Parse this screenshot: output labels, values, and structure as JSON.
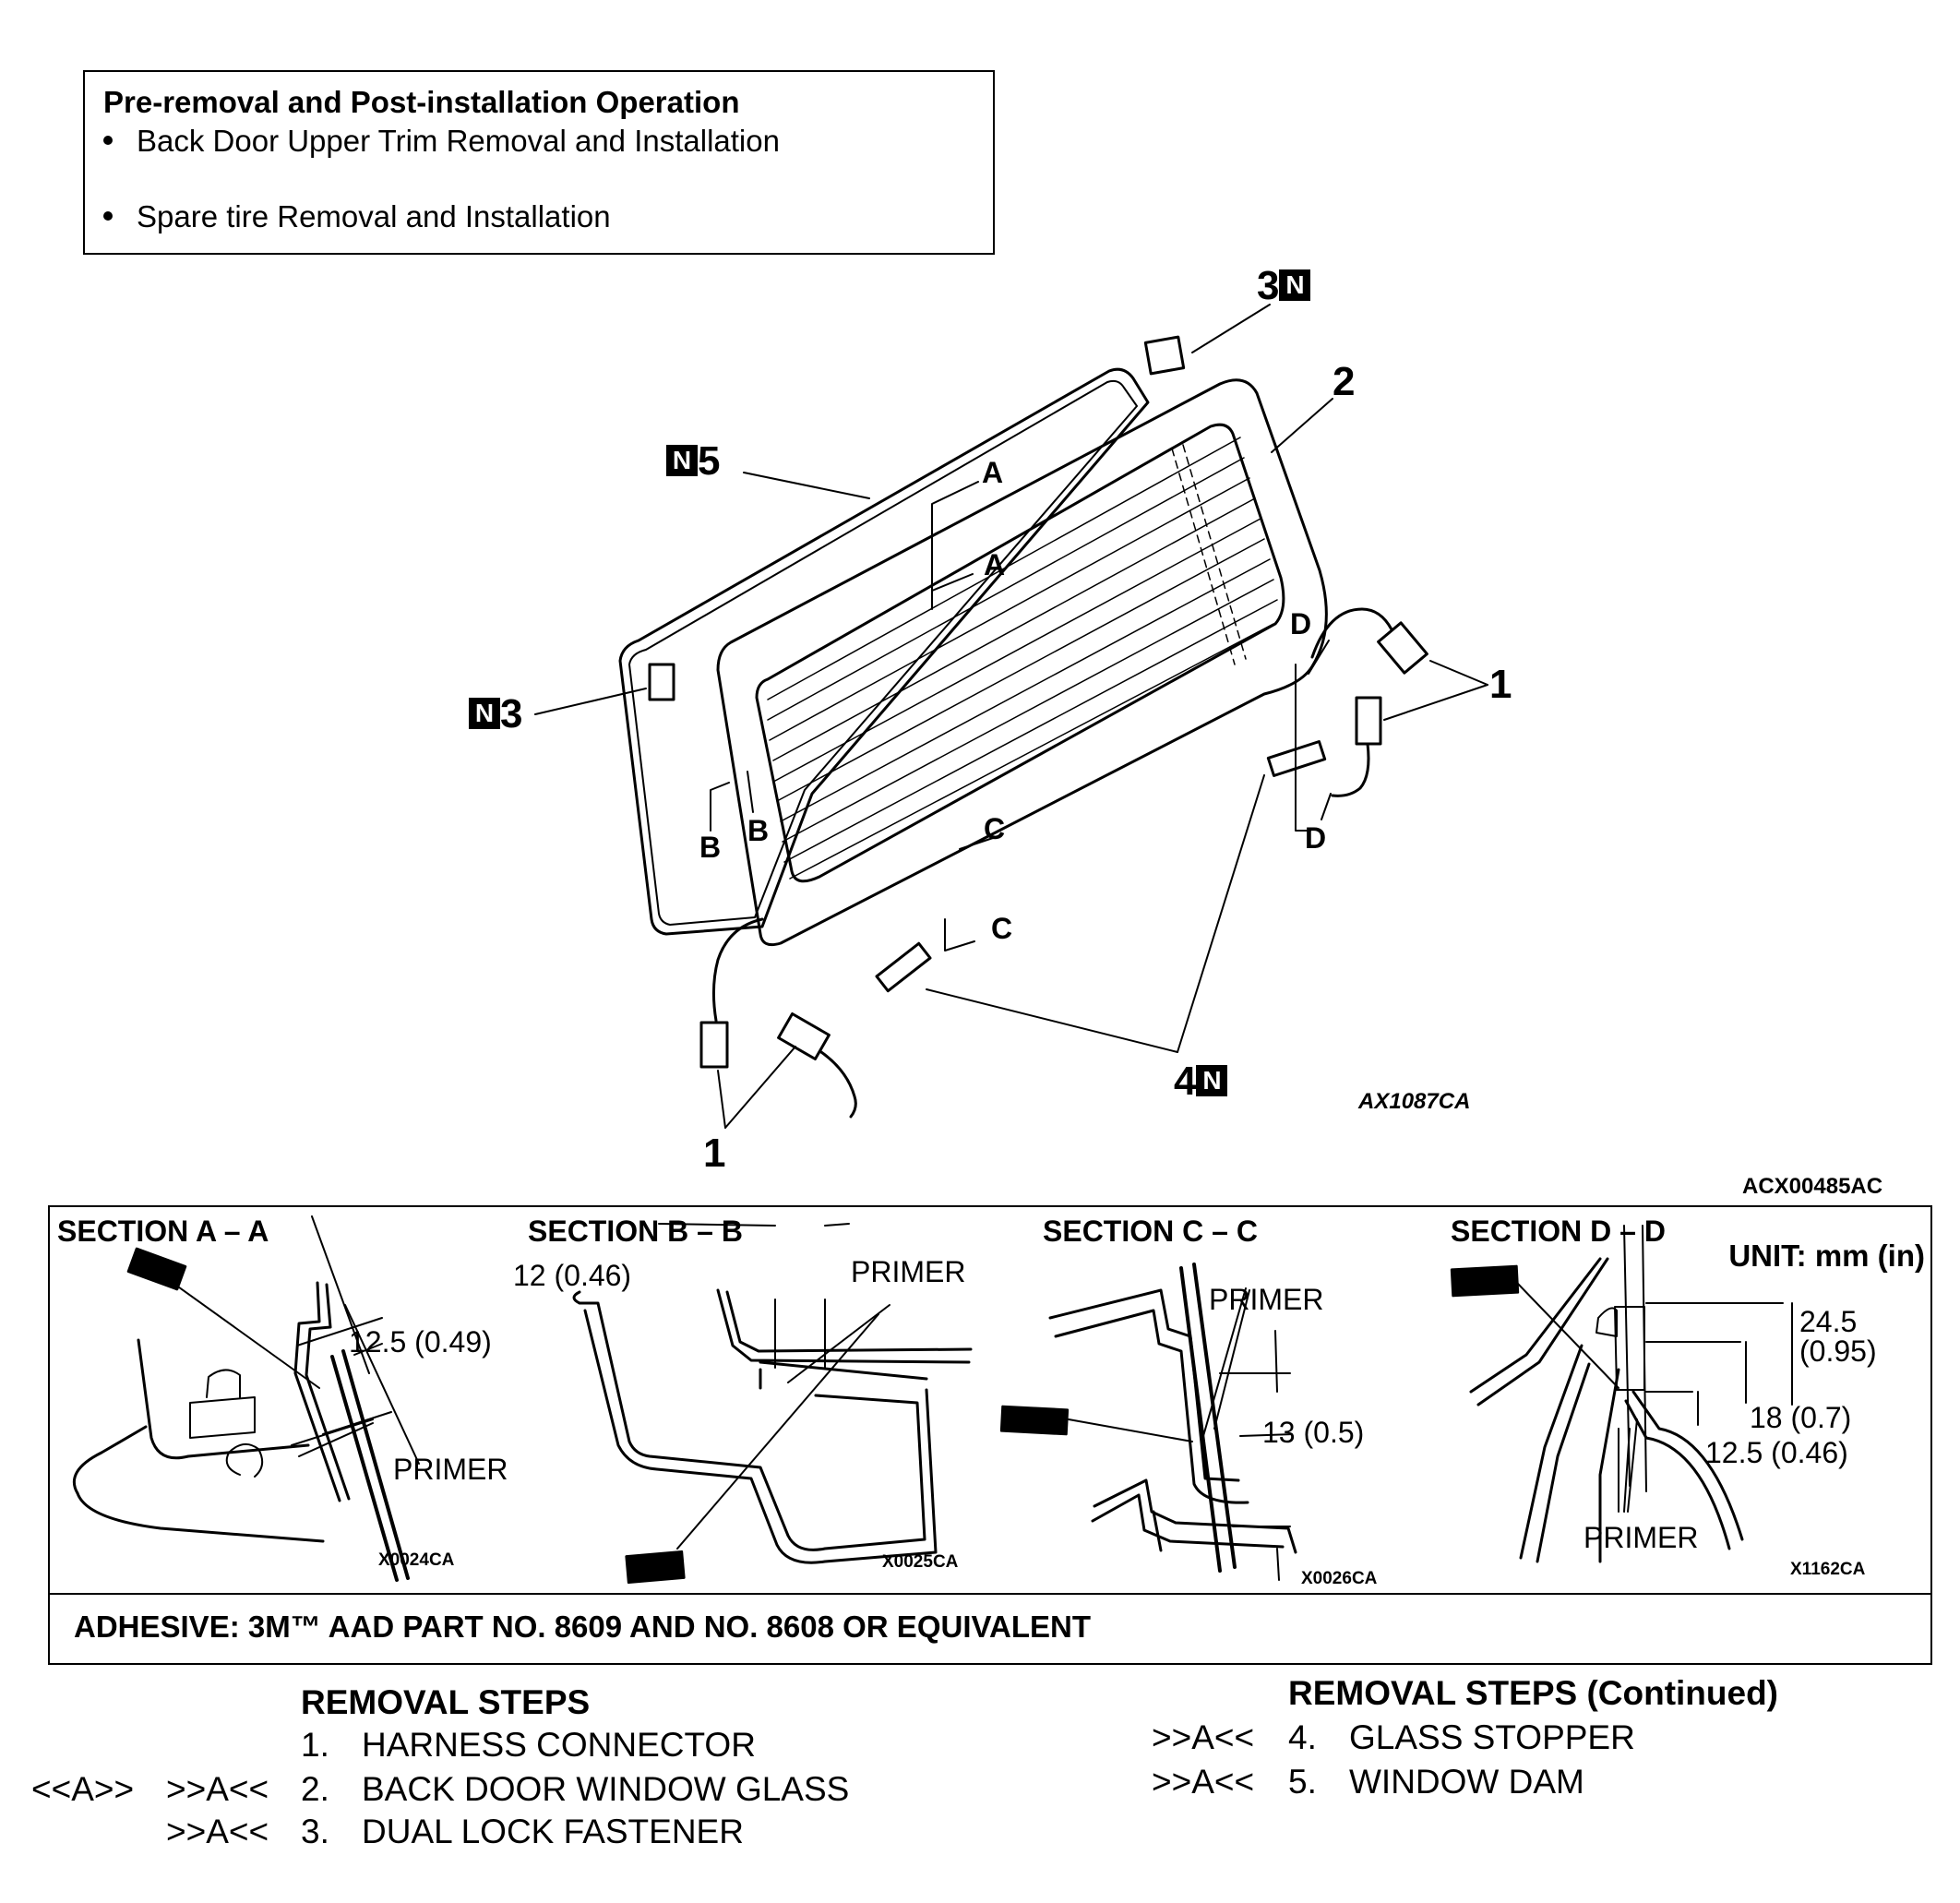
{
  "pre_operation": {
    "title": "Pre-removal and Post-installation Operation",
    "items": [
      "Back Door Upper Trim Removal and Installation",
      "Spare tire Removal and Installation"
    ]
  },
  "main_diagram": {
    "callouts": {
      "c1_upper": "1",
      "c1_lower": "1",
      "c2": "2",
      "c3_top": "3",
      "c3_left": "3",
      "c4": "4",
      "c5": "5",
      "new_part_mark": "N"
    },
    "section_letters": {
      "a": "A",
      "b": "B",
      "c": "C",
      "d": "D"
    },
    "figure_code": "AX1087CA",
    "sheet_code": "ACX00485AC"
  },
  "sections": {
    "unit": "UNIT: mm (in)",
    "a": {
      "title": "SECTION A – A",
      "dim": "12.5 (0.49)",
      "primer": "PRIMER",
      "code": "X0024CA"
    },
    "b": {
      "title": "SECTION B – B",
      "dim": "12 (0.46)",
      "primer": "PRIMER",
      "code": "X0025CA"
    },
    "c": {
      "title": "SECTION C – C",
      "dim": "13 (0.5)",
      "primer": "PRIMER",
      "code": "X0026CA"
    },
    "d": {
      "title": "SECTION D – D",
      "dim1_a": "24.5",
      "dim1_b": "(0.95)",
      "dim2": "18 (0.7)",
      "dim3": "12.5 (0.46)",
      "primer": "PRIMER",
      "code": "X1162CA"
    },
    "adhesive": "ADHESIVE: 3M™ AAD PART NO. 8609  AND  NO. 8608 OR  EQUIVALENT"
  },
  "removal_steps": {
    "title": "REMOVAL STEPS",
    "title_continued": "REMOVAL STEPS (Continued)",
    "steps": [
      {
        "num": "1.",
        "label": "HARNESS CONNECTOR",
        "removal_mark": "",
        "install_mark": ""
      },
      {
        "num": "2.",
        "label": "BACK DOOR WINDOW GLASS",
        "removal_mark": "<<A>>",
        "install_mark": ">>A<<"
      },
      {
        "num": "3.",
        "label": "DUAL LOCK FASTENER",
        "removal_mark": "",
        "install_mark": ">>A<<"
      },
      {
        "num": "4.",
        "label": "GLASS STOPPER",
        "removal_mark": "",
        "install_mark": ">>A<<"
      },
      {
        "num": "5.",
        "label": "WINDOW DAM",
        "removal_mark": "",
        "install_mark": ">>A<<"
      }
    ]
  }
}
